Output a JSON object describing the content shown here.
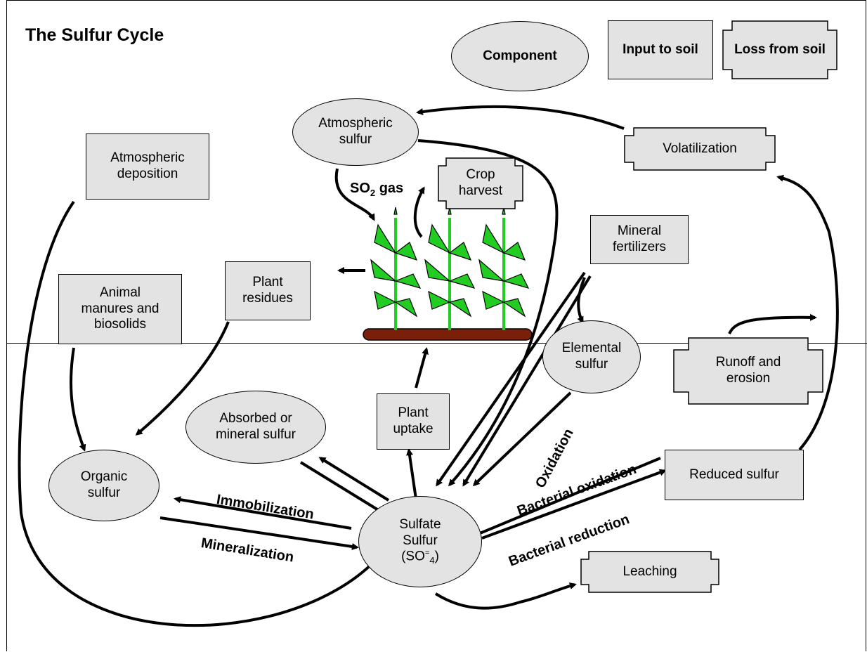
{
  "title": "The Sulfur Cycle",
  "legend": {
    "component": "Component",
    "input": "Input to soil",
    "loss": "Loss from soil"
  },
  "nodes": {
    "atmospheric_sulfur": "Atmospheric sulfur",
    "atmospheric_deposition": "Atmospheric deposition",
    "crop_harvest": "Crop harvest",
    "volatilization": "Volatilization",
    "mineral_fertilizers": "Mineral fertilizers",
    "plant_residues": "Plant residues",
    "animal_manures": "Animal manures and biosolids",
    "elemental_sulfur": "Elemental sulfur",
    "runoff_erosion": "Runoff and erosion",
    "absorbed_sulfur": "Absorbed or mineral sulfur",
    "plant_uptake": "Plant uptake",
    "organic_sulfur": "Organic sulfur",
    "sulfate_line1": "Sulfate",
    "sulfate_line2": "Sulfur",
    "reduced_sulfur": "Reduced sulfur",
    "leaching": "Leaching"
  },
  "edge_labels": {
    "so2_gas": "SO2 gas",
    "oxidation": "Oxidation",
    "bacterial_oxidation": "Bacterial oxidation",
    "bacterial_reduction": "Bacterial reduction",
    "immobilization": "Immobilization",
    "mineralization": "Mineralization"
  },
  "colors": {
    "node_fill": "#e3e3e3",
    "plant_green": "#22cc22",
    "soil_brown": "#7a1f0a"
  }
}
